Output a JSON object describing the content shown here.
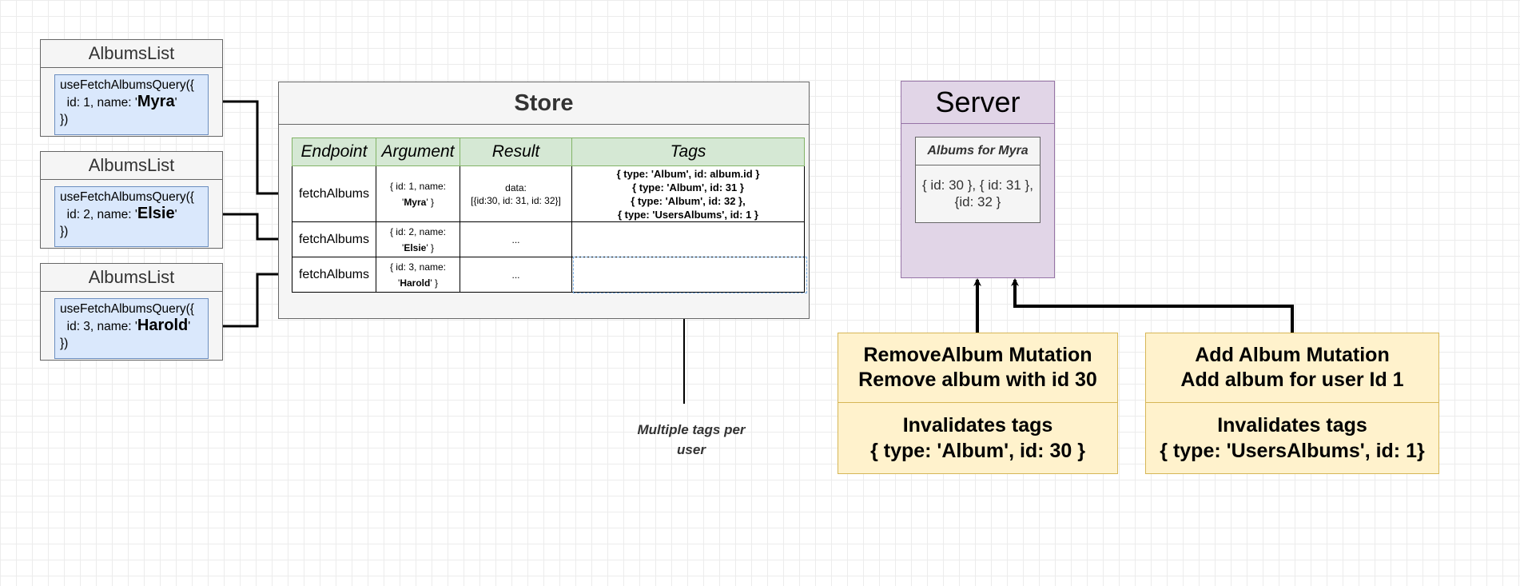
{
  "albums_lists": [
    {
      "title": "AlbumsList",
      "query_prefix": "useFetchAlbumsQuery({",
      "query_line2_pre": "id: 1, name: '",
      "name": "Myra",
      "query_line2_post": "'",
      "query_suffix": "})"
    },
    {
      "title": "AlbumsList",
      "query_prefix": "useFetchAlbumsQuery({",
      "query_line2_pre": "id: 2, name: '",
      "name": "Elsie",
      "query_line2_post": "'",
      "query_suffix": "})"
    },
    {
      "title": "AlbumsList",
      "query_prefix": "useFetchAlbumsQuery({",
      "query_line2_pre": "id: 3, name: '",
      "name": "Harold",
      "query_line2_post": "'",
      "query_suffix": "})"
    }
  ],
  "store": {
    "title": "Store",
    "headers": [
      "Endpoint",
      "Argument",
      "Result",
      "Tags"
    ],
    "rows": [
      {
        "endpoint": "fetchAlbums",
        "arg_pre": "{ id: 1, name:",
        "arg_q1": "'",
        "arg_name": "Myra",
        "arg_q2": "' }",
        "result_line1": "data:",
        "result_line2": "[{id:30, id: 31, id: 32}]",
        "tags": [
          "{ type: 'Album', id: album.id }",
          "{ type: 'Album', id: 31 }",
          "{ type: 'Album', id: 32 },",
          "{ type: 'UsersAlbums', id: 1 }"
        ]
      },
      {
        "endpoint": "fetchAlbums",
        "arg_pre": "{ id: 2, name:",
        "arg_q1": "'",
        "arg_name": "Elsie",
        "arg_q2": "' }",
        "result_line1": "...",
        "result_line2": "",
        "tags": []
      },
      {
        "endpoint": "fetchAlbums",
        "arg_pre": "{ id: 3, name:",
        "arg_q1": "'",
        "arg_name": "Harold",
        "arg_q2": "' }",
        "result_line1": "...",
        "result_line2": "",
        "tags": []
      }
    ]
  },
  "server": {
    "title": "Server",
    "inner_title": "Albums for Myra",
    "inner_body": "{ id: 30 }, { id: 31 }, {id: 32 }"
  },
  "annotation": {
    "line1": "Multiple tags per",
    "line2": "user"
  },
  "mutations": [
    {
      "line1": "RemoveAlbum Mutation",
      "line2": "Remove album with id 30",
      "inv1": "Invalidates tags",
      "inv2": "{ type: 'Album', id: 30 }"
    },
    {
      "line1": "Add Album Mutation",
      "line2": "Add album for user Id 1",
      "inv1": "Invalidates tags",
      "inv2": "{ type: 'UsersAlbums', id: 1}"
    }
  ],
  "colors": {
    "query_fill": "#dae8fc",
    "query_stroke": "#6c8ebf",
    "header_fill": "#d5e8d4",
    "header_stroke": "#82b366",
    "server_fill": "#e1d5e7",
    "server_stroke": "#9673a6",
    "mutation_fill": "#fff2cc",
    "mutation_stroke": "#d6b656"
  }
}
